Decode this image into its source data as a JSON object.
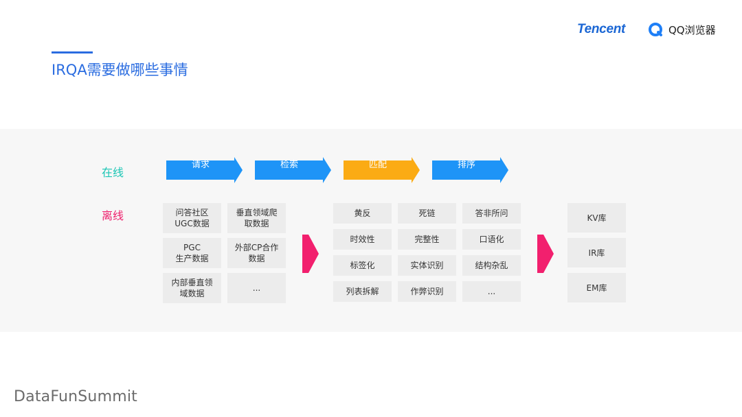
{
  "brand": {
    "tencent": "Tencent",
    "qq_browser": "QQ浏览器",
    "colors": {
      "tencent_blue": "#1a66d4",
      "qq_blue": "#1e7ff7"
    }
  },
  "title": "IRQA需要做哪些事情",
  "footer": "DataFunSummit",
  "online": {
    "label": "在线",
    "steps": [
      {
        "label": "请求",
        "color": "#1e94f7"
      },
      {
        "label": "检索",
        "color": "#1e94f7"
      },
      {
        "label": "匹配",
        "color": "#fbab14"
      },
      {
        "label": "排序",
        "color": "#1e94f7"
      }
    ]
  },
  "offline": {
    "label": "离线",
    "sources": [
      "问答社区\nUGC数据",
      "垂直领域爬\n取数据",
      "PGC\n生产数据",
      "外部CP合作\n数据",
      "内部垂直领\n域数据",
      "..."
    ],
    "processing": [
      "黄反",
      "死链",
      "答非所问",
      "时效性",
      "完整性",
      "口语化",
      "标签化",
      "实体识别",
      "结构杂乱",
      "列表拆解",
      "作弊识别",
      "..."
    ],
    "stores": [
      "KV库",
      "IR库",
      "EM库"
    ],
    "arrow_color": "#f2206e"
  },
  "colors": {
    "online_label": "#1cc6b5",
    "offline_label": "#ee1f6c",
    "title": "#2a6ce0"
  }
}
